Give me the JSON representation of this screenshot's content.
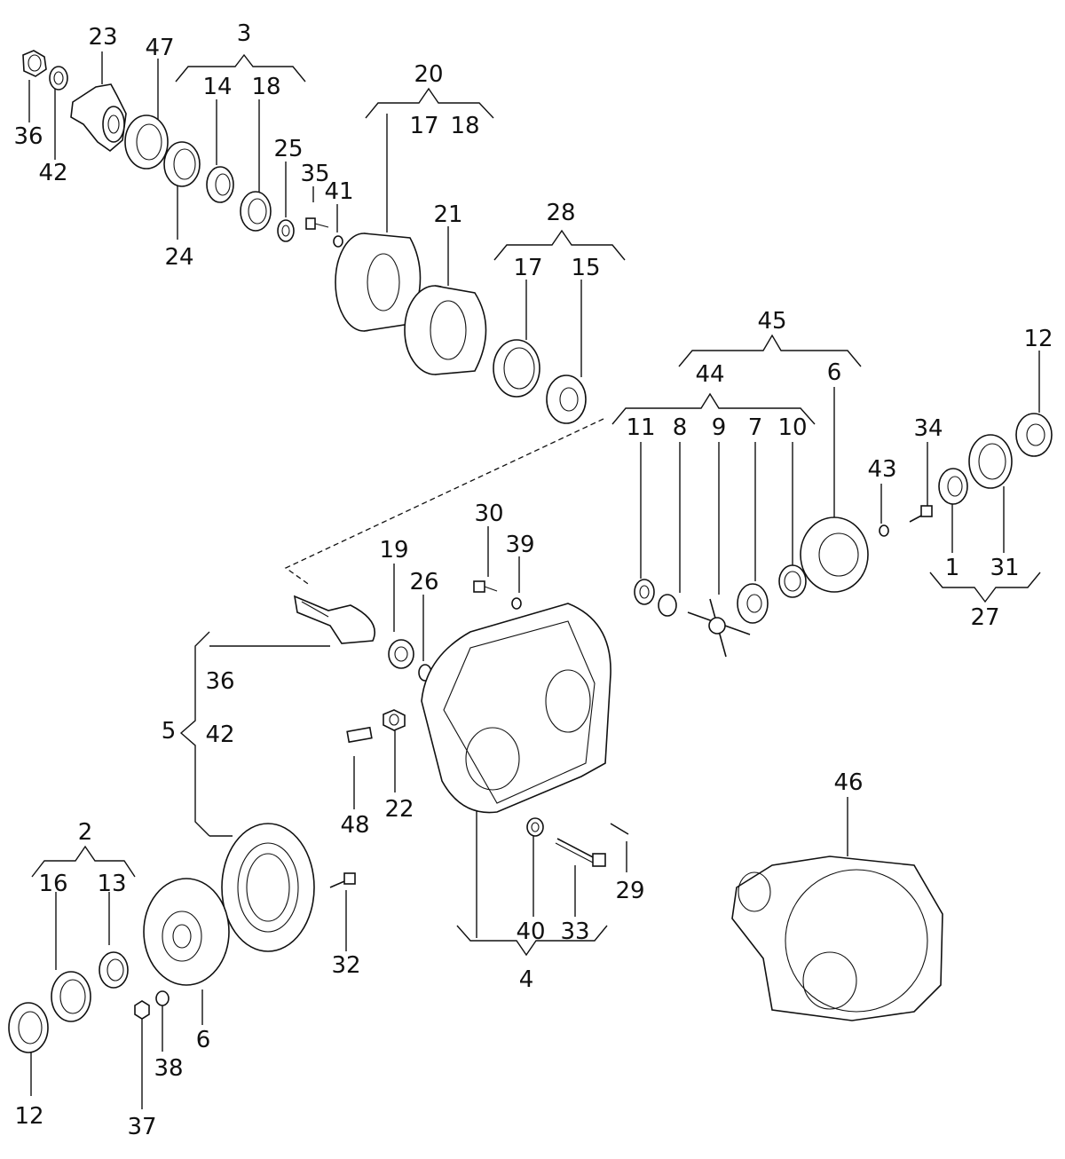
{
  "diagram": {
    "labels": [
      {
        "id": "l36a",
        "text": "36"
      },
      {
        "id": "l42a",
        "text": "42"
      },
      {
        "id": "l23",
        "text": "23"
      },
      {
        "id": "l47",
        "text": "47"
      },
      {
        "id": "l3",
        "text": "3"
      },
      {
        "id": "l14a",
        "text": "14"
      },
      {
        "id": "l18a",
        "text": "18"
      },
      {
        "id": "l25",
        "text": "25"
      },
      {
        "id": "l35",
        "text": "35"
      },
      {
        "id": "l41",
        "text": "41"
      },
      {
        "id": "l24",
        "text": "24"
      },
      {
        "id": "l20",
        "text": "20"
      },
      {
        "id": "l17a",
        "text": "17"
      },
      {
        "id": "l18b",
        "text": "18"
      },
      {
        "id": "l21",
        "text": "21"
      },
      {
        "id": "l28",
        "text": "28"
      },
      {
        "id": "l17b",
        "text": "17"
      },
      {
        "id": "l15",
        "text": "15"
      },
      {
        "id": "l45",
        "text": "45"
      },
      {
        "id": "l44",
        "text": "44"
      },
      {
        "id": "l6a",
        "text": "6"
      },
      {
        "id": "l12a",
        "text": "12"
      },
      {
        "id": "l11",
        "text": "11"
      },
      {
        "id": "l8",
        "text": "8"
      },
      {
        "id": "l9",
        "text": "9"
      },
      {
        "id": "l7",
        "text": "7"
      },
      {
        "id": "l10",
        "text": "10"
      },
      {
        "id": "l34",
        "text": "34"
      },
      {
        "id": "l43",
        "text": "43"
      },
      {
        "id": "l1",
        "text": "1"
      },
      {
        "id": "l31",
        "text": "31"
      },
      {
        "id": "l27",
        "text": "27"
      },
      {
        "id": "l30",
        "text": "30"
      },
      {
        "id": "l39",
        "text": "39"
      },
      {
        "id": "l19",
        "text": "19"
      },
      {
        "id": "l26",
        "text": "26"
      },
      {
        "id": "l36b",
        "text": "36"
      },
      {
        "id": "l5",
        "text": "5"
      },
      {
        "id": "l42b",
        "text": "42"
      },
      {
        "id": "l48",
        "text": "48"
      },
      {
        "id": "l22",
        "text": "22"
      },
      {
        "id": "l46",
        "text": "46"
      },
      {
        "id": "l2",
        "text": "2"
      },
      {
        "id": "l16",
        "text": "16"
      },
      {
        "id": "l13",
        "text": "13"
      },
      {
        "id": "l32",
        "text": "32"
      },
      {
        "id": "l29",
        "text": "29"
      },
      {
        "id": "l40",
        "text": "40"
      },
      {
        "id": "l33",
        "text": "33"
      },
      {
        "id": "l4",
        "text": "4"
      },
      {
        "id": "l6b",
        "text": "6"
      },
      {
        "id": "l38",
        "text": "38"
      },
      {
        "id": "l12b",
        "text": "12"
      },
      {
        "id": "l37",
        "text": "37"
      }
    ]
  }
}
